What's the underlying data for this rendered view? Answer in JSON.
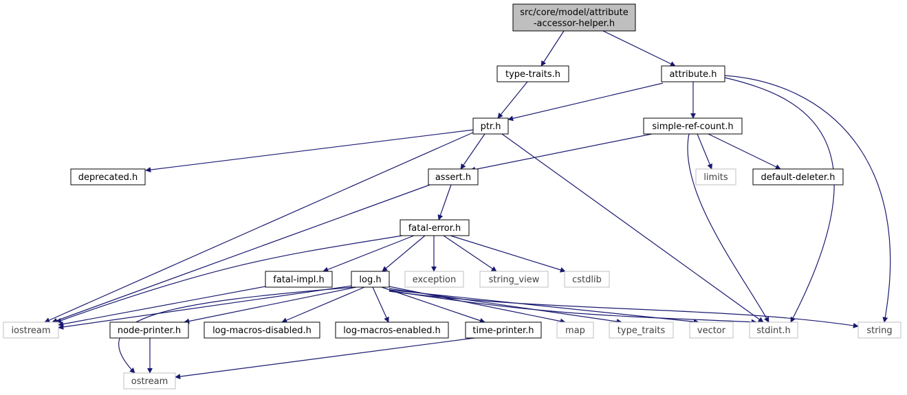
{
  "graph": {
    "colors": {
      "edge": "#191970",
      "root_fill": "#bfbfbf",
      "project_border": "#000000",
      "system_border": "#bfbfbf",
      "system_text": "#404040",
      "text": "#000000"
    },
    "nodes": [
      {
        "id": "root",
        "lines": [
          "src/core/model/attribute",
          "-accessor-helper.h"
        ],
        "kind": "root"
      },
      {
        "id": "type-traits",
        "lines": [
          "type-traits.h"
        ],
        "kind": "project"
      },
      {
        "id": "attribute",
        "lines": [
          "attribute.h"
        ],
        "kind": "project"
      },
      {
        "id": "ptr",
        "lines": [
          "ptr.h"
        ],
        "kind": "project"
      },
      {
        "id": "simple-ref-count",
        "lines": [
          "simple-ref-count.h"
        ],
        "kind": "project"
      },
      {
        "id": "deprecated",
        "lines": [
          "deprecated.h"
        ],
        "kind": "project"
      },
      {
        "id": "assert",
        "lines": [
          "assert.h"
        ],
        "kind": "project"
      },
      {
        "id": "limits",
        "lines": [
          "limits"
        ],
        "kind": "system"
      },
      {
        "id": "default-deleter",
        "lines": [
          "default-deleter.h"
        ],
        "kind": "project"
      },
      {
        "id": "fatal-error",
        "lines": [
          "fatal-error.h"
        ],
        "kind": "project"
      },
      {
        "id": "fatal-impl",
        "lines": [
          "fatal-impl.h"
        ],
        "kind": "project"
      },
      {
        "id": "log",
        "lines": [
          "log.h"
        ],
        "kind": "project"
      },
      {
        "id": "exception",
        "lines": [
          "exception"
        ],
        "kind": "system"
      },
      {
        "id": "string_view",
        "lines": [
          "string_view"
        ],
        "kind": "system"
      },
      {
        "id": "cstdlib",
        "lines": [
          "cstdlib"
        ],
        "kind": "system"
      },
      {
        "id": "iostream",
        "lines": [
          "iostream"
        ],
        "kind": "system"
      },
      {
        "id": "node-printer",
        "lines": [
          "node-printer.h"
        ],
        "kind": "project"
      },
      {
        "id": "log-macros-disabled",
        "lines": [
          "log-macros-disabled.h"
        ],
        "kind": "project"
      },
      {
        "id": "log-macros-enabled",
        "lines": [
          "log-macros-enabled.h"
        ],
        "kind": "project"
      },
      {
        "id": "time-printer",
        "lines": [
          "time-printer.h"
        ],
        "kind": "project"
      },
      {
        "id": "map",
        "lines": [
          "map"
        ],
        "kind": "system"
      },
      {
        "id": "type_traits",
        "lines": [
          "type_traits"
        ],
        "kind": "system"
      },
      {
        "id": "vector",
        "lines": [
          "vector"
        ],
        "kind": "system"
      },
      {
        "id": "stdint",
        "lines": [
          "stdint.h"
        ],
        "kind": "system"
      },
      {
        "id": "string",
        "lines": [
          "string"
        ],
        "kind": "system"
      },
      {
        "id": "ostream",
        "lines": [
          "ostream"
        ],
        "kind": "system"
      }
    ],
    "edges": [
      {
        "from": "root",
        "to": "type-traits"
      },
      {
        "from": "root",
        "to": "attribute"
      },
      {
        "from": "type-traits",
        "to": "ptr"
      },
      {
        "from": "attribute",
        "to": "ptr"
      },
      {
        "from": "attribute",
        "to": "simple-ref-count"
      },
      {
        "from": "attribute",
        "to": "stdint"
      },
      {
        "from": "attribute",
        "to": "string"
      },
      {
        "from": "ptr",
        "to": "deprecated"
      },
      {
        "from": "ptr",
        "to": "assert"
      },
      {
        "from": "ptr",
        "to": "iostream"
      },
      {
        "from": "ptr",
        "to": "stdint"
      },
      {
        "from": "simple-ref-count",
        "to": "assert"
      },
      {
        "from": "simple-ref-count",
        "to": "limits"
      },
      {
        "from": "simple-ref-count",
        "to": "default-deleter"
      },
      {
        "from": "simple-ref-count",
        "to": "stdint"
      },
      {
        "from": "assert",
        "to": "fatal-error"
      },
      {
        "from": "assert",
        "to": "iostream"
      },
      {
        "from": "fatal-error",
        "to": "fatal-impl"
      },
      {
        "from": "fatal-error",
        "to": "log"
      },
      {
        "from": "fatal-error",
        "to": "exception"
      },
      {
        "from": "fatal-error",
        "to": "string_view"
      },
      {
        "from": "fatal-error",
        "to": "cstdlib"
      },
      {
        "from": "fatal-error",
        "to": "iostream"
      },
      {
        "from": "fatal-impl",
        "to": "iostream"
      },
      {
        "from": "log",
        "to": "iostream"
      },
      {
        "from": "log",
        "to": "ostream"
      },
      {
        "from": "log",
        "to": "node-printer"
      },
      {
        "from": "log",
        "to": "log-macros-disabled"
      },
      {
        "from": "log",
        "to": "log-macros-enabled"
      },
      {
        "from": "log",
        "to": "time-printer"
      },
      {
        "from": "log",
        "to": "map"
      },
      {
        "from": "log",
        "to": "type_traits"
      },
      {
        "from": "log",
        "to": "vector"
      },
      {
        "from": "log",
        "to": "stdint"
      },
      {
        "from": "log",
        "to": "string"
      },
      {
        "from": "node-printer",
        "to": "ostream"
      },
      {
        "from": "time-printer",
        "to": "ostream"
      }
    ]
  }
}
